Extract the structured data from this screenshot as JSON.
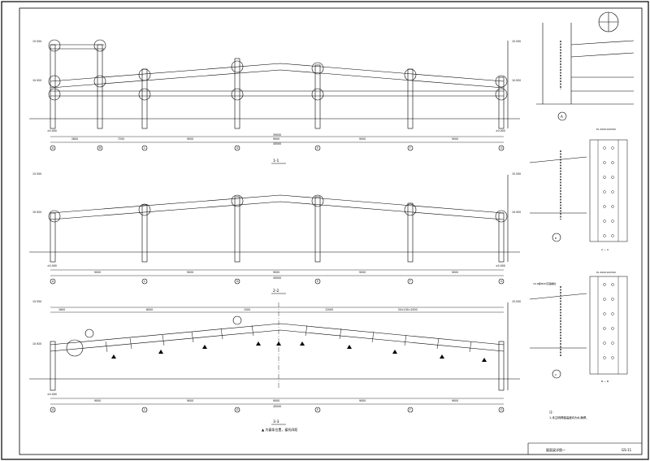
{
  "sheet": {
    "title_block_name": "屋面梁详图一",
    "sheet_number": "GS-11"
  },
  "sections": [
    {
      "id": "1",
      "label": "1-1",
      "eave_elev_left": "15.550",
      "eave_elev_right": "15.550",
      "mid_elev_left": "10.920",
      "mid_elev_right": "10.920",
      "base_elev_left": "±0.000",
      "base_elev_right": "±0.000",
      "spans": [
        "2800",
        "7200",
        "9000",
        "9000",
        "9000",
        "9000"
      ],
      "overall": "45000",
      "overall_sub": "39000",
      "grid_axes": [
        "A",
        "B",
        "C",
        "D",
        "E",
        "F",
        "G"
      ]
    },
    {
      "id": "2",
      "label": "2-2",
      "eave_elev_left": "15.550",
      "eave_elev_right": "15.550",
      "mid_elev_left": "10.920",
      "mid_elev_right": "10.920",
      "base_elev_left": "±0.000",
      "base_elev_right": "±0.000",
      "spans": [
        "9000",
        "9000",
        "9000",
        "9000",
        "9000"
      ],
      "overall": "45000",
      "grid_axes": [
        "A",
        "C",
        "D",
        "E",
        "F",
        "G"
      ]
    },
    {
      "id": "3",
      "label": "3-3",
      "eave_elev_left": "15.550",
      "eave_elev_right": "15.550",
      "mid_elev_left": "10.920",
      "base_elev_left": "±0.000",
      "spans": [
        "9000",
        "9000",
        "9000",
        "9000",
        "9000"
      ],
      "overall": "45000",
      "top_dims": [
        "1600",
        "8000",
        "1500",
        "12000",
        "20×100=2000"
      ],
      "grid_axes": [
        "A",
        "C",
        "D",
        "E",
        "F",
        "G"
      ]
    }
  ],
  "legend_note": "▲ 为檩条位置，檩托间距",
  "details": {
    "a_label": "A",
    "b_label": "B",
    "c_label": "C",
    "b_section": "A — A",
    "c_section": "B — B",
    "plate_label_1": "PL 200X10X500",
    "plate_label_2": "PL 200X10X500",
    "bolt_label": "10.9级M20高强螺栓",
    "note_title": "注:",
    "note_body": "1.未注明焊缝高度均为8,满焊。"
  }
}
